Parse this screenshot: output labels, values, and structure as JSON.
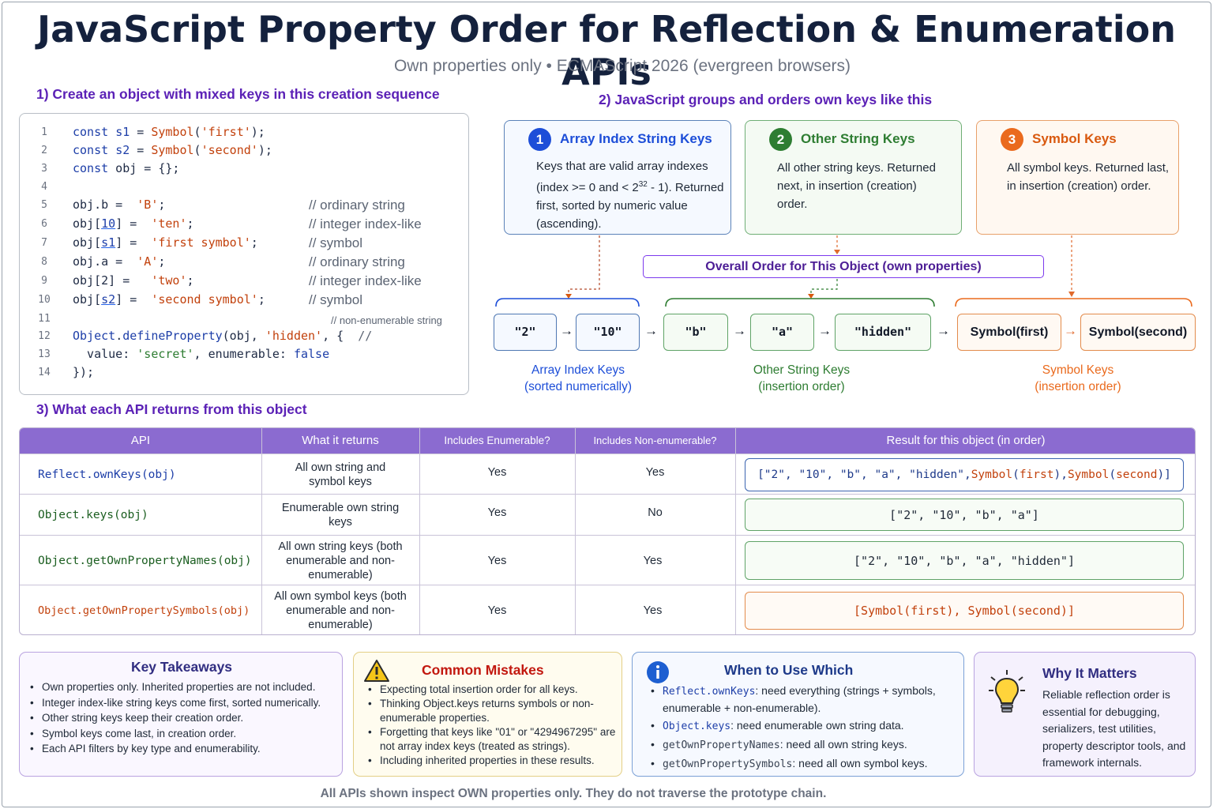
{
  "title": "JavaScript Property Order for Reflection & Enumeration APIs",
  "subtitle": "Own properties only • ECMAScript 2026 (evergreen browsers)",
  "section1": {
    "heading": "1) Create an object with mixed keys in this creation sequence",
    "lines": [
      {
        "n": "1",
        "comment": ""
      },
      {
        "n": "2",
        "comment": ""
      },
      {
        "n": "3",
        "comment": ""
      },
      {
        "n": "4",
        "comment": ""
      },
      {
        "n": "5",
        "comment": "// ordinary string"
      },
      {
        "n": "6",
        "comment": "// integer index-like"
      },
      {
        "n": "7",
        "comment": "// symbol"
      },
      {
        "n": "8",
        "comment": "// ordinary string"
      },
      {
        "n": "9",
        "comment": "// integer index-like"
      },
      {
        "n": "10",
        "comment": "// symbol"
      },
      {
        "n": "11",
        "comment": "// non-enumerable string"
      },
      {
        "n": "12",
        "comment": ""
      },
      {
        "n": "13",
        "comment": ""
      },
      {
        "n": "14",
        "comment": ""
      }
    ]
  },
  "section2": {
    "heading": "2) JavaScript groups and orders own keys like this",
    "groups": [
      {
        "badge": "1",
        "title": "Array Index String Keys",
        "desc_parts": [
          "Keys that are valid array indexes (index >= 0 and < 2",
          "32",
          " - 1). Returned first, sorted by numeric value (ascending)."
        ],
        "accent": "#1d4ed8"
      },
      {
        "badge": "2",
        "title": "Other String Keys",
        "desc": "All other string keys. Returned next, in insertion (creation) order.",
        "accent": "#2e7d32"
      },
      {
        "badge": "3",
        "title": "Symbol Keys",
        "desc": "All symbol keys. Returned last, in insertion (creation) order.",
        "accent": "#ea6a1d"
      }
    ],
    "overall_label": "Overall Order for This Object (own properties)",
    "keys": [
      "\"2\"",
      "\"10\"",
      "\"b\"",
      "\"a\"",
      "\"hidden\"",
      "Symbol(first)",
      "Symbol(second)"
    ],
    "captions": [
      {
        "line1": "Array Index Keys",
        "line2": "(sorted numerically)",
        "color": "#1d4ed8"
      },
      {
        "line1": "Other String Keys",
        "line2": "(insertion order)",
        "color": "#2e7d32"
      },
      {
        "line1": "Symbol Keys",
        "line2": "(insertion order)",
        "color": "#ea6a1d"
      }
    ]
  },
  "section3": {
    "heading": "3) What each API returns from this object",
    "columns": [
      "API",
      "What it returns",
      "Includes Enumerable?",
      "Includes Non-enumerable?",
      "Result for this object (in order)"
    ],
    "rows": [
      {
        "api": "Reflect.ownKeys(obj)",
        "returns": "All own string and symbol keys",
        "enumerable": "Yes",
        "non_enumerable": "Yes",
        "result": "[\"2\", \"10\", \"b\", \"a\", \"hidden\", Symbol(first), Symbol(second)]"
      },
      {
        "api": "Object.keys(obj)",
        "returns": "Enumerable own string keys",
        "enumerable": "Yes",
        "non_enumerable": "No",
        "result": "[\"2\", \"10\", \"b\", \"a\"]"
      },
      {
        "api": "Object.getOwnPropertyNames(obj)",
        "returns": "All own string keys (both enumerable and non-enumerable)",
        "enumerable": "Yes",
        "non_enumerable": "Yes",
        "result": "[\"2\", \"10\", \"b\", \"a\", \"hidden\"]"
      },
      {
        "api": "Object.getOwnPropertySymbols(obj)",
        "returns": "All own symbol keys (both enumerable and non-enumerable)",
        "enumerable": "Yes",
        "non_enumerable": "Yes",
        "result": "[Symbol(first), Symbol(second)]"
      }
    ]
  },
  "takeaways": {
    "title": "Key Takeaways",
    "items": [
      "Own properties only. Inherited properties are not included.",
      "Integer index-like string keys come first, sorted numerically.",
      "Other string keys keep their creation order.",
      "Symbol keys come last, in creation order.",
      "Each API filters by key type and enumerability."
    ]
  },
  "mistakes": {
    "title": "Common Mistakes",
    "items": [
      "Expecting total insertion order for all keys.",
      "Thinking Object.keys returns symbols or non-enumerable properties.",
      "Forgetting that keys like \"01\" or \"4294967295\" are not array index keys (treated as strings).",
      "Including inherited properties in these results."
    ]
  },
  "when": {
    "title": "When to Use Which",
    "items": [
      {
        "api": "Reflect.ownKeys",
        "text": ": need everything (strings + symbols, enumerable + non-enumerable)."
      },
      {
        "api": "Object.keys",
        "text": ": need enumerable own string data."
      },
      {
        "api": "getOwnPropertyNames",
        "text": ": need all own string keys."
      },
      {
        "api": "getOwnPropertySymbols",
        "text": ": need all own symbol keys."
      }
    ]
  },
  "why": {
    "title": "Why It Matters",
    "text": "Reliable reflection order is essential for debugging, serializers, test utilities, property descriptor tools, and framework internals."
  },
  "footer": "All APIs shown inspect OWN properties only. They do not traverse the prototype chain.",
  "icons": {
    "warning": "warning-icon",
    "info": "info-icon",
    "bulb": "lightbulb-icon"
  },
  "colors": {
    "purple": "#5b21b6",
    "blue": "#1d4ed8",
    "green": "#2e7d32",
    "orange": "#ea6a1d"
  }
}
